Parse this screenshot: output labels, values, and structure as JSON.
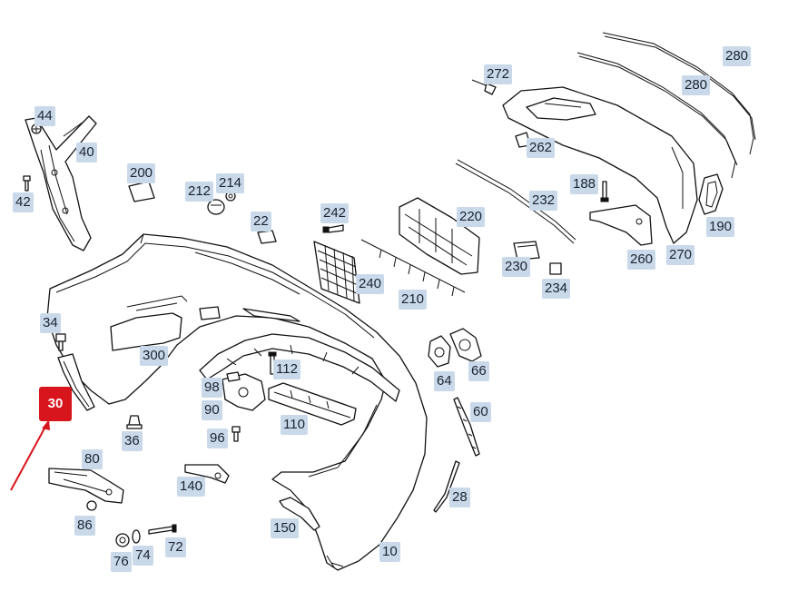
{
  "callouts": [
    {
      "id": "c44",
      "label": "44"
    },
    {
      "id": "c40",
      "label": "40"
    },
    {
      "id": "c42",
      "label": "42"
    },
    {
      "id": "c200",
      "label": "200"
    },
    {
      "id": "c212",
      "label": "212"
    },
    {
      "id": "c214",
      "label": "214"
    },
    {
      "id": "c22",
      "label": "22"
    },
    {
      "id": "c242",
      "label": "242"
    },
    {
      "id": "c240",
      "label": "240"
    },
    {
      "id": "c220",
      "label": "220"
    },
    {
      "id": "c210",
      "label": "210"
    },
    {
      "id": "c272",
      "label": "272"
    },
    {
      "id": "c262",
      "label": "262"
    },
    {
      "id": "c280a",
      "label": "280"
    },
    {
      "id": "c280b",
      "label": "280"
    },
    {
      "id": "c232",
      "label": "232"
    },
    {
      "id": "c188",
      "label": "188"
    },
    {
      "id": "c230",
      "label": "230"
    },
    {
      "id": "c234",
      "label": "234"
    },
    {
      "id": "c260",
      "label": "260"
    },
    {
      "id": "c270",
      "label": "270"
    },
    {
      "id": "c190",
      "label": "190"
    },
    {
      "id": "c34",
      "label": "34"
    },
    {
      "id": "c300",
      "label": "300"
    },
    {
      "id": "c112",
      "label": "112"
    },
    {
      "id": "c64",
      "label": "64"
    },
    {
      "id": "c66",
      "label": "66"
    },
    {
      "id": "c98",
      "label": "98"
    },
    {
      "id": "c90",
      "label": "90"
    },
    {
      "id": "c110",
      "label": "110"
    },
    {
      "id": "c60",
      "label": "60"
    },
    {
      "id": "c36",
      "label": "36"
    },
    {
      "id": "c96",
      "label": "96"
    },
    {
      "id": "c80",
      "label": "80"
    },
    {
      "id": "c140",
      "label": "140"
    },
    {
      "id": "c28",
      "label": "28"
    },
    {
      "id": "c86",
      "label": "86"
    },
    {
      "id": "c150",
      "label": "150"
    },
    {
      "id": "c72",
      "label": "72"
    },
    {
      "id": "c76",
      "label": "76"
    },
    {
      "id": "c74",
      "label": "74"
    },
    {
      "id": "c10",
      "label": "10"
    }
  ],
  "highlight": {
    "label": "30",
    "color": "#d8141c"
  },
  "colors": {
    "callout_bg": "#c9d9ea",
    "highlight": "#d8141c",
    "line": "#111111"
  }
}
